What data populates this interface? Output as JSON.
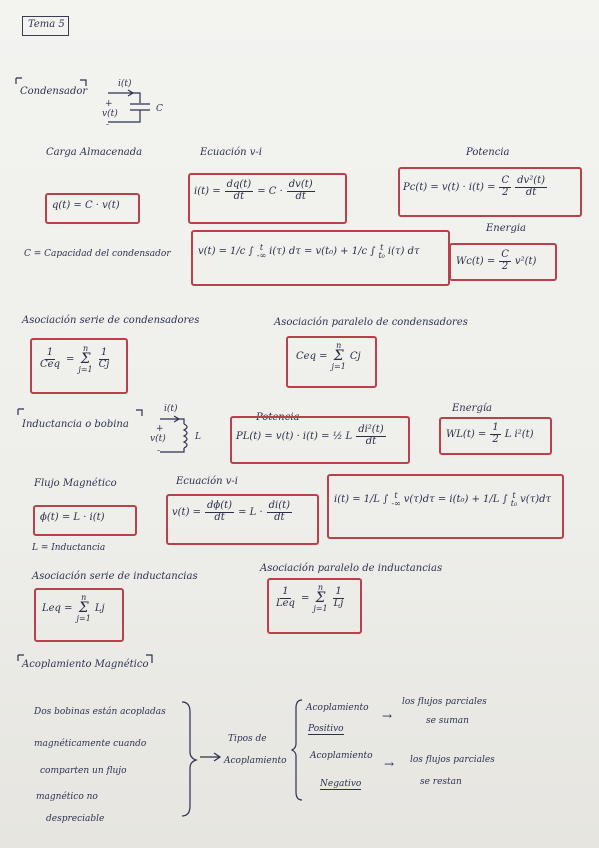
{
  "title": "Tema 5",
  "capacitor": {
    "heading": "Condensador",
    "circuit": {
      "current": "i(t)",
      "voltage": "v(t)",
      "plus": "+",
      "minus": "-",
      "element": "C"
    },
    "stored_charge_label": "Carga Almacenada",
    "vi_label": "Ecuación v-i",
    "power_label": "Potencia",
    "energy_label": "Energia",
    "charge_eq": {
      "lhs": "q(t) = C · v(t)"
    },
    "vi_eq": {
      "lhs": "i(t) =",
      "num1": "dq(t)",
      "den1": "dt",
      "mid": "= C ·",
      "num2": "dv(t)",
      "den2": "dt"
    },
    "power_eq": {
      "lhs": "Pc(t) = v(t) · i(t) =",
      "num1": "C",
      "den1": "2",
      "num2": "dv²(t)",
      "den2": "dt"
    },
    "capacity_def": "C = Capacidad del condensador",
    "voltage_eq": {
      "a": "v(t) =",
      "b": "1/c ∫",
      "c": "i(τ) dτ = v(t₀) + 1/c ∫",
      "d": "i(τ) dτ",
      "lim_top": "t",
      "lim_bot1": "-∞",
      "lim_bot2": "t₀"
    },
    "energy_eq": {
      "lhs": "Wc(t) =",
      "num": "C",
      "den": "2",
      "rhs": "v²(t)"
    }
  },
  "cap_series": {
    "label": "Asociación serie de condensadores",
    "eq": {
      "num": "1",
      "den": "Ceq",
      "eq": "=",
      "top": "n",
      "bot": "j=1",
      "num2": "1",
      "den2": "Cj"
    }
  },
  "cap_parallel": {
    "label": "Asociación paralelo de condensadores",
    "eq": {
      "lhs": "Ceq =",
      "top": "n",
      "bot": "j=1",
      "rhs": "Cj"
    }
  },
  "inductor": {
    "heading": "Inductancia o bobina",
    "circuit": {
      "current": "i(t)",
      "voltage": "v(t)",
      "plus": "+",
      "minus": "-",
      "element": "L"
    },
    "power_label": "Potencia",
    "energy_label": "Energía",
    "power_eq": {
      "lhs": "PL(t) = v(t) · i(t) = ½ L",
      "num": "di²(t)",
      "den": "dt"
    },
    "energy_eq": {
      "lhs": "WL(t) =",
      "num": "1",
      "den": "2",
      "rhs": "L i²(t)"
    },
    "flux_label": "Flujo Magnético",
    "vi_label": "Ecuación v-i",
    "flux_eq": {
      "lhs": "ϕ(t) = L · i(t)"
    },
    "vi_eq": {
      "lhs": "v(t) =",
      "num1": "dϕ(t)",
      "den1": "dt",
      "mid": "= L ·",
      "num2": "di(t)",
      "den2": "dt"
    },
    "current_eq": {
      "a": "i(t) =",
      "b": "1/L ∫",
      "c": "v(τ)dτ = i(t₀) +",
      "d": "1/L ∫",
      "e": "v(τ)dτ",
      "lim_top": "t",
      "lim_bot1": "-∞",
      "lim_bot2": "t₀"
    },
    "inductance_def": "L = Inductancia"
  },
  "ind_series": {
    "label": "Asociación serie de inductancias",
    "eq": {
      "lhs": "Leq =",
      "top": "n",
      "bot": "j=1",
      "rhs": "Lj"
    }
  },
  "ind_parallel": {
    "label": "Asociación paralelo de inductancias",
    "eq": {
      "num": "1",
      "den": "Leq",
      "eq": "=",
      "top": "n",
      "bot": "j=1",
      "num2": "1",
      "den2": "Lj"
    }
  },
  "coupling": {
    "heading": "Acoplamiento Magnético",
    "description_lines": [
      "Dos bobinas están acopladas",
      "magnéticamente cuando",
      "comparten un flujo",
      "magnético no",
      "despreciable"
    ],
    "types_line1": "Tipos de",
    "types_line2": "Acoplamiento",
    "positive_line1": "Acoplamiento",
    "positive_line2": "Positivo",
    "positive_result_line1": "los flujos parciales",
    "positive_result_line2": "se suman",
    "negative_line1": "Acoplamiento",
    "negative_line2": "Negativo",
    "negative_result_line1": "los flujos parciales",
    "negative_result_line2": "se restan",
    "arrow": "→"
  },
  "colors": {
    "ink": "#2d3150",
    "box": "#b8414c",
    "paper": "#f1f1ee"
  }
}
